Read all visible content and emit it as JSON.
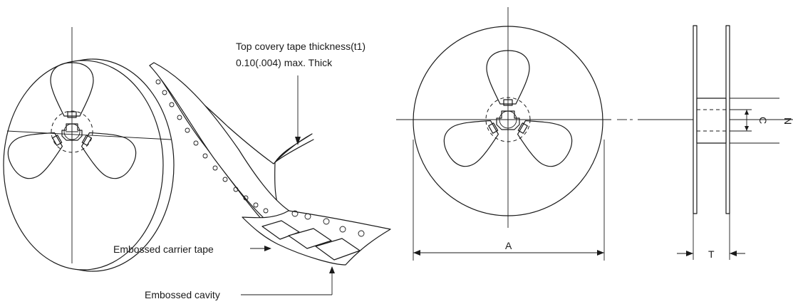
{
  "labels": {
    "cover_tape_line1": "Top covery tape thickness(t1)",
    "cover_tape_line2": "0.10(.004) max. Thick",
    "carrier_tape": "Embossed carrier tape",
    "cavity": "Embossed cavity",
    "dim_a": "A",
    "dim_t": "T",
    "dim_c": "C",
    "dim_n": "N"
  }
}
